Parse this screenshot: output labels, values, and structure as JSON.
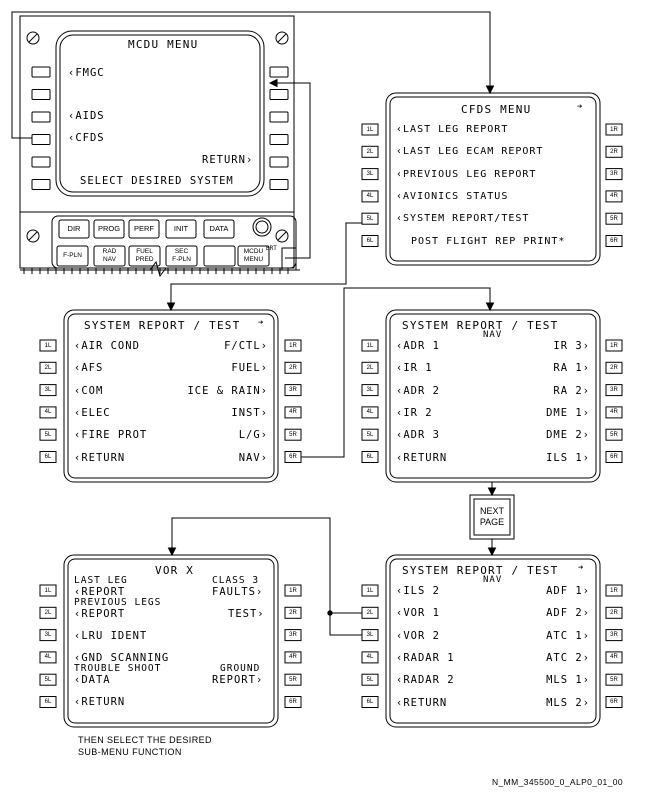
{
  "mcdu_menu": {
    "title": "MCDU MENU",
    "left_items": [
      "FMGC",
      "",
      "AIDS",
      "CFDS"
    ],
    "right_items": [
      "RETURN"
    ],
    "prompt": "SELECT DESIRED SYSTEM",
    "keys_row1": [
      "DIR",
      "PROG",
      "PERF",
      "INIT",
      "DATA"
    ],
    "keys_row2": [
      "F-PLN",
      "RAD NAV",
      "FUEL PRED",
      "SEC F-PLN",
      "",
      "MCDU MENU"
    ],
    "brt_label": "BRT"
  },
  "cfds_menu": {
    "title": "CFDS MENU",
    "items": [
      "LAST LEG REPORT",
      "LAST LEG ECAM REPORT",
      "PREVIOUS LEG REPORT",
      "AVIONICS STATUS",
      "SYSTEM REPORT/TEST",
      "POST FLIGHT REP PRINT*"
    ]
  },
  "key_labels_left": [
    "1L",
    "2L",
    "3L",
    "4L",
    "5L",
    "6L"
  ],
  "key_labels_right": [
    "1R",
    "2R",
    "3R",
    "4R",
    "5R",
    "6R"
  ],
  "system_report_1": {
    "title": "SYSTEM REPORT / TEST",
    "left": [
      "AIR COND",
      "AFS",
      "COM",
      "ELEC",
      "FIRE PROT",
      "RETURN"
    ],
    "right": [
      "F/CTL",
      "FUEL",
      "ICE & RAIN",
      "INST",
      "L/G",
      "NAV"
    ]
  },
  "system_report_nav_1": {
    "title": "SYSTEM REPORT / TEST",
    "subtitle": "NAV",
    "left": [
      "ADR 1",
      "IR 1",
      "ADR 2",
      "IR 2",
      "ADR 3",
      "RETURN"
    ],
    "right": [
      "IR 3",
      "RA 1",
      "RA 2",
      "DME 1",
      "DME 2",
      "ILS 1"
    ]
  },
  "next_page_button": "NEXT PAGE",
  "system_report_nav_2": {
    "title": "SYSTEM REPORT / TEST",
    "subtitle": "NAV",
    "left": [
      "ILS 2",
      "VOR 1",
      "VOR 2",
      "RADAR 1",
      "RADAR 2",
      "RETURN"
    ],
    "right": [
      "ADF 1",
      "ADF 2",
      "ATC 1",
      "ATC 2",
      "MLS 1",
      "MLS 2"
    ]
  },
  "vor_x": {
    "title": "VOR X",
    "header_left_1": "LAST LEG",
    "header_right_1": "CLASS 3",
    "line1_left": "REPORT",
    "line1_right": "FAULTS",
    "header_left_2": "PREVIOUS LEGS",
    "line2_left": "REPORT",
    "line2_right": "TEST",
    "line3_left": "LRU IDENT",
    "line4_left": "GND SCANNING",
    "header_left_5": "TROUBLE SHOOT",
    "header_right_5": "GROUND",
    "line5_left": "DATA",
    "line5_right": "REPORT",
    "line6_left": "RETURN"
  },
  "caption_line1": "THEN SELECT THE DESIRED",
  "caption_line2": "SUB-MENU FUNCTION",
  "figure_id": "N_MM_345500_0_ALP0_01_00"
}
